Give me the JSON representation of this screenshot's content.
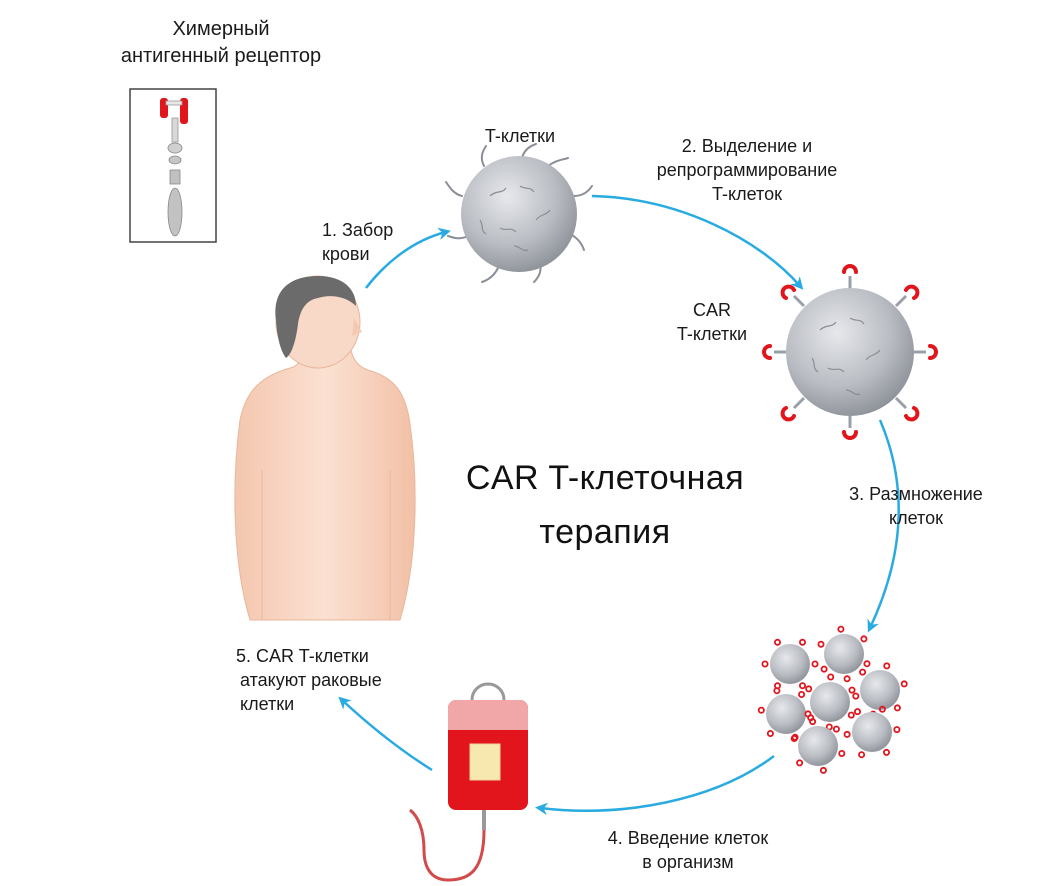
{
  "title": {
    "line1": "CAR T-клеточная",
    "line2": "терапия"
  },
  "receptor_label": {
    "line1": "Химерный",
    "line2": "антигенный рецептор"
  },
  "cells": {
    "t_cells": "T-клетки",
    "car_t_line1": "CAR",
    "car_t_line2": "T-клетки"
  },
  "steps": [
    {
      "line1": "1. Забор",
      "line2": "крови"
    },
    {
      "line1": "2. Выделение и",
      "line2": "репрограммирование",
      "line3": "T-клеток"
    },
    {
      "line1": "3. Размножение",
      "line2": "клеток"
    },
    {
      "line1": "4. Введение клеток",
      "line2": "в организм"
    },
    {
      "line1": "5. CAR T-клетки",
      "line2": "атакуют раковые",
      "line3": "клетки"
    }
  ],
  "colors": {
    "arrow": "#29abe2",
    "cell": "#b9bcc2",
    "receptor": "#e2141c",
    "skin": "#f7d3bf",
    "hair": "#6b6b6b",
    "bag": "#e2141c"
  }
}
